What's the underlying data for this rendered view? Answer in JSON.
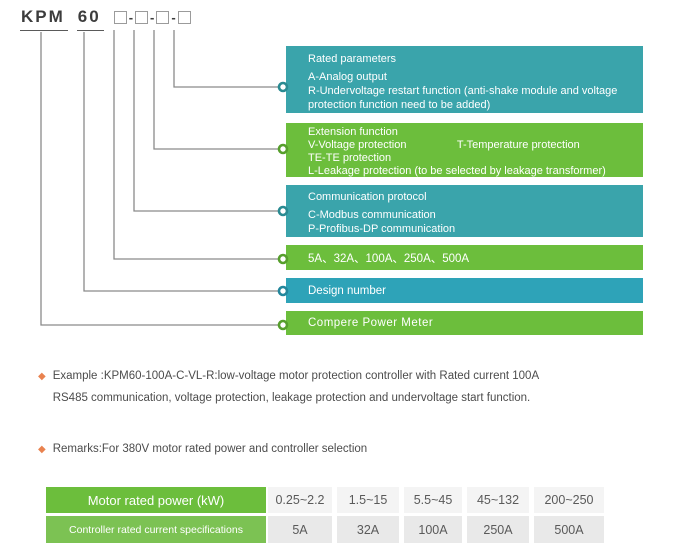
{
  "model_code": {
    "prefix": "KPM",
    "design": "60",
    "separator": "-"
  },
  "legend_boxes": [
    {
      "name": "rated-parameters",
      "color": "#3aa4ab",
      "title": "Rated parameters",
      "lines": [
        "A-Analog output",
        "R-Undervoltage restart function (anti-shake module and voltage protection function need to be added)"
      ]
    },
    {
      "name": "extension-function",
      "color": "#6cbe3c",
      "title": "Extension function",
      "col_left": "V-Voltage protection",
      "col_right": "T-Temperature protection",
      "lines": [
        "TE-TE protection",
        "L-Leakage protection (to be selected by leakage transformer)"
      ]
    },
    {
      "name": "communication-protocol",
      "color": "#3aa4ab",
      "title": "Communication protocol",
      "lines": [
        "C-Modbus communication",
        "P-Profibus-DP communication"
      ]
    },
    {
      "name": "rated-current-options",
      "color": "#6cbe3c",
      "title": "5A、32A、100A、250A、500A"
    },
    {
      "name": "design-number",
      "color": "#2ea3b8",
      "title": "Design number"
    },
    {
      "name": "brand-name",
      "color": "#6cbe3c",
      "title": "Compere Power Meter"
    }
  ],
  "example": {
    "bullet": "◆",
    "line1": "Example :KPM60-100A-C-VL-R:low-voltage motor protection controller with Rated current 100A",
    "line2": "RS485 communication, voltage protection, leakage protection and undervoltage start function."
  },
  "remarks": {
    "bullet": "◆",
    "text": "Remarks:For 380V motor rated power and controller selection"
  },
  "selection_table": {
    "row1_header": "Motor rated power (kW)",
    "row1_values": [
      "0.25~2.2",
      "1.5~15",
      "5.5~45",
      "45~132",
      "200~250"
    ],
    "row2_header": "Controller rated current specifications",
    "row2_values": [
      "5A",
      "32A",
      "100A",
      "250A",
      "500A"
    ]
  },
  "colors": {
    "teal": "#3aa4ab",
    "teal_design_number": "#2ea3b8",
    "green": "#6cbe3c",
    "green_light": "#7cc253",
    "wire_gray": "#8a8a8a",
    "bullet_orange": "#e9824f",
    "cell_gray_1": "#f4f4f4",
    "cell_gray_2": "#e9e9e9"
  }
}
